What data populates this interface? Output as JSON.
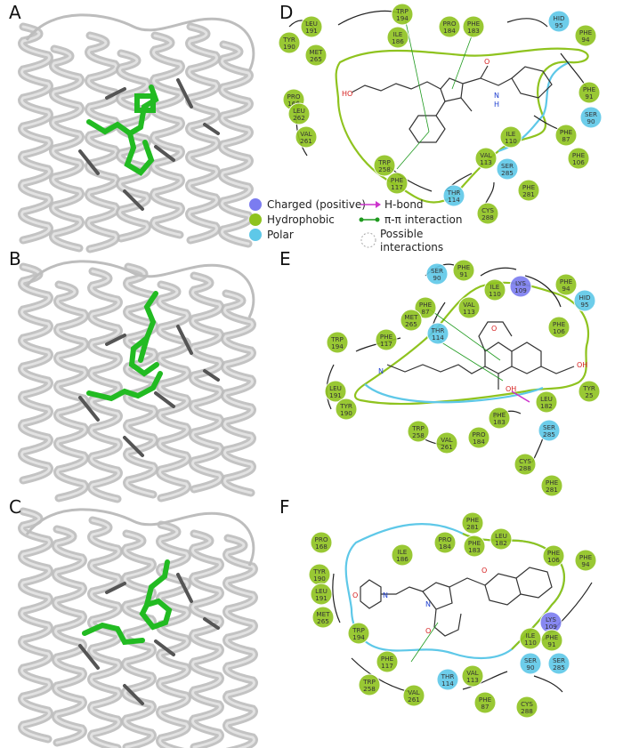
{
  "panels": {
    "A": "A",
    "B": "B",
    "C": "C",
    "D": "D",
    "E": "E",
    "F": "F"
  },
  "colors": {
    "hydrophobic": "#8fc31f",
    "polar": "#5ec8e8",
    "charged": "#7b7cf0",
    "ligand": "#22bb22",
    "helix": "#c8c8c8"
  },
  "legend": {
    "charged": "Charged (positive)",
    "hydrophobic": "Hydrophobic",
    "polar": "Polar",
    "hbond": "H-bond",
    "pipi": "π-π interaction",
    "possible_1": "Possible",
    "possible_2": "interactions"
  },
  "atoms": {
    "ho": "HO",
    "oh": "OH",
    "o": "O",
    "n": "N",
    "h": "H"
  },
  "residues_D": [
    {
      "name": "TRP",
      "num": "194",
      "type": "hydrophobic"
    },
    {
      "name": "LEU",
      "num": "191",
      "type": "hydrophobic"
    },
    {
      "name": "TYR",
      "num": "190",
      "type": "hydrophobic"
    },
    {
      "name": "MET",
      "num": "265",
      "type": "hydrophobic"
    },
    {
      "name": "ILE",
      "num": "186",
      "type": "hydrophobic"
    },
    {
      "name": "PRO",
      "num": "184",
      "type": "hydrophobic"
    },
    {
      "name": "PHE",
      "num": "183",
      "type": "hydrophobic"
    },
    {
      "name": "HID",
      "num": "95",
      "type": "polar"
    },
    {
      "name": "PHE",
      "num": "94",
      "type": "hydrophobic"
    },
    {
      "name": "PRO",
      "num": "168",
      "type": "hydrophobic"
    },
    {
      "name": "LEU",
      "num": "262",
      "type": "hydrophobic"
    },
    {
      "name": "VAL",
      "num": "261",
      "type": "hydrophobic"
    },
    {
      "name": "PHE",
      "num": "91",
      "type": "hydrophobic"
    },
    {
      "name": "SER",
      "num": "90",
      "type": "polar"
    },
    {
      "name": "PHE",
      "num": "87",
      "type": "hydrophobic"
    },
    {
      "name": "PHE",
      "num": "106",
      "type": "hydrophobic"
    },
    {
      "name": "ILE",
      "num": "110",
      "type": "hydrophobic"
    },
    {
      "name": "SER",
      "num": "285",
      "type": "polar"
    },
    {
      "name": "TRP",
      "num": "258",
      "type": "hydrophobic"
    },
    {
      "name": "VAL",
      "num": "113",
      "type": "hydrophobic"
    },
    {
      "name": "PHE",
      "num": "281",
      "type": "hydrophobic"
    },
    {
      "name": "PHE",
      "num": "117",
      "type": "hydrophobic"
    },
    {
      "name": "THR",
      "num": "114",
      "type": "polar"
    },
    {
      "name": "CYS",
      "num": "288",
      "type": "hydrophobic"
    }
  ],
  "residues_E": [
    {
      "name": "PHE",
      "num": "91",
      "type": "hydrophobic"
    },
    {
      "name": "SER",
      "num": "90",
      "type": "polar"
    },
    {
      "name": "ILE",
      "num": "110",
      "type": "hydrophobic"
    },
    {
      "name": "LYS",
      "num": "109",
      "type": "charged"
    },
    {
      "name": "PHE",
      "num": "94",
      "type": "hydrophobic"
    },
    {
      "name": "HID",
      "num": "95",
      "type": "polar"
    },
    {
      "name": "PHE",
      "num": "87",
      "type": "hydrophobic"
    },
    {
      "name": "VAL",
      "num": "113",
      "type": "hydrophobic"
    },
    {
      "name": "PHE",
      "num": "106",
      "type": "hydrophobic"
    },
    {
      "name": "MET",
      "num": "265",
      "type": "hydrophobic"
    },
    {
      "name": "PHE",
      "num": "117",
      "type": "hydrophobic"
    },
    {
      "name": "THR",
      "num": "114",
      "type": "polar"
    },
    {
      "name": "TRP",
      "num": "194",
      "type": "hydrophobic"
    },
    {
      "name": "LEU",
      "num": "191",
      "type": "hydrophobic"
    },
    {
      "name": "TYR",
      "num": "190",
      "type": "hydrophobic"
    },
    {
      "name": "LEU",
      "num": "182",
      "type": "hydrophobic"
    },
    {
      "name": "TYR",
      "num": "25",
      "type": "hydrophobic"
    },
    {
      "name": "PHE",
      "num": "183",
      "type": "hydrophobic"
    },
    {
      "name": "SER",
      "num": "285",
      "type": "polar"
    },
    {
      "name": "TRP",
      "num": "258",
      "type": "hydrophobic"
    },
    {
      "name": "PRO",
      "num": "184",
      "type": "hydrophobic"
    },
    {
      "name": "VAL",
      "num": "261",
      "type": "hydrophobic"
    },
    {
      "name": "CYS",
      "num": "288",
      "type": "hydrophobic"
    },
    {
      "name": "PHE",
      "num": "281",
      "type": "hydrophobic"
    }
  ],
  "residues_F": [
    {
      "name": "PHE",
      "num": "281",
      "type": "hydrophobic"
    },
    {
      "name": "PRO",
      "num": "184",
      "type": "hydrophobic"
    },
    {
      "name": "LEU",
      "num": "182",
      "type": "hydrophobic"
    },
    {
      "name": "PHE",
      "num": "183",
      "type": "hydrophobic"
    },
    {
      "name": "ILE",
      "num": "186",
      "type": "hydrophobic"
    },
    {
      "name": "PRO",
      "num": "168",
      "type": "hydrophobic"
    },
    {
      "name": "TYR",
      "num": "190",
      "type": "hydrophobic"
    },
    {
      "name": "LEU",
      "num": "191",
      "type": "hydrophobic"
    },
    {
      "name": "PHE",
      "num": "106",
      "type": "hydrophobic"
    },
    {
      "name": "PHE",
      "num": "94",
      "type": "hydrophobic"
    },
    {
      "name": "MET",
      "num": "265",
      "type": "hydrophobic"
    },
    {
      "name": "TRP",
      "num": "194",
      "type": "hydrophobic"
    },
    {
      "name": "PHE",
      "num": "117",
      "type": "hydrophobic"
    },
    {
      "name": "LYS",
      "num": "109",
      "type": "charged"
    },
    {
      "name": "ILE",
      "num": "110",
      "type": "hydrophobic"
    },
    {
      "name": "PHE",
      "num": "91",
      "type": "hydrophobic"
    },
    {
      "name": "SER",
      "num": "90",
      "type": "polar"
    },
    {
      "name": "SER",
      "num": "285",
      "type": "polar"
    },
    {
      "name": "THR",
      "num": "114",
      "type": "polar"
    },
    {
      "name": "VAL",
      "num": "113",
      "type": "hydrophobic"
    },
    {
      "name": "TRP",
      "num": "258",
      "type": "hydrophobic"
    },
    {
      "name": "VAL",
      "num": "261",
      "type": "hydrophobic"
    },
    {
      "name": "PHE",
      "num": "87",
      "type": "hydrophobic"
    },
    {
      "name": "CYS",
      "num": "288",
      "type": "hydrophobic"
    }
  ]
}
